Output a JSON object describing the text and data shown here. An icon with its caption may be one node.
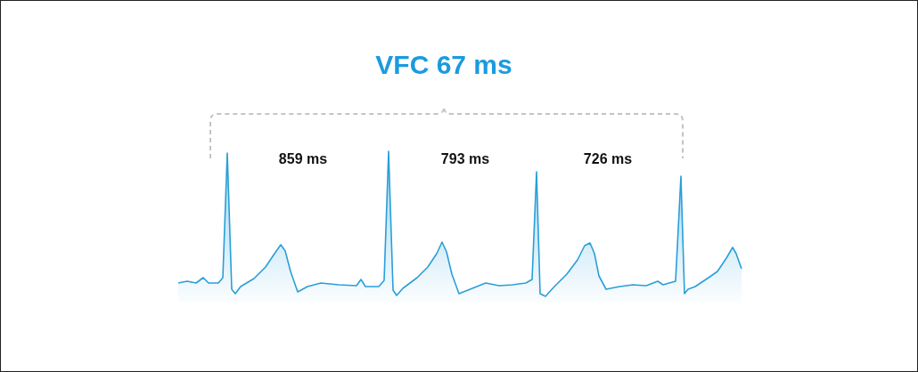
{
  "diagram": {
    "title": "VFC 67 ms",
    "labels": [
      "859 ms",
      "793 ms",
      "726 ms"
    ]
  }
}
